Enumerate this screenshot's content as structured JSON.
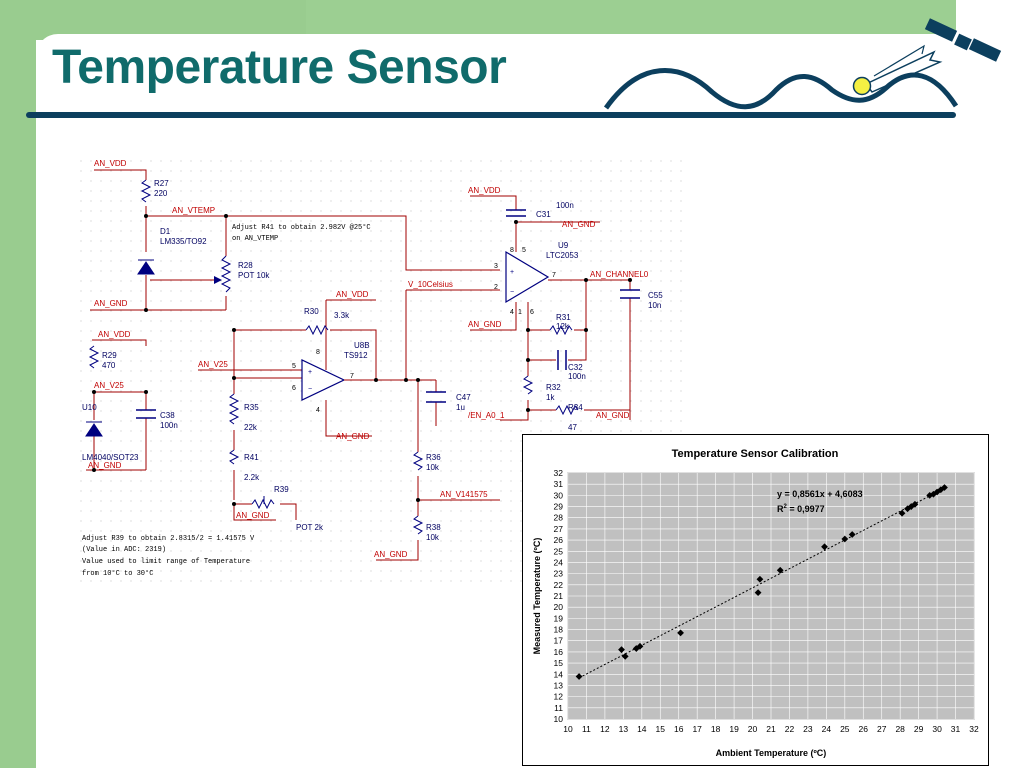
{
  "title": "Temperature Sensor",
  "schematic": {
    "nets": {
      "an_vdd_1": "AN_VDD",
      "an_vtemp": "AN_VTEMP",
      "an_gnd_1": "AN_GND",
      "an_vdd_2": "AN_VDD",
      "an_v25_1": "AN_V25",
      "an_v25_2": "AN_V25",
      "an_vdd_3": "AN_VDD",
      "an_gnd_2": "AN_GND",
      "v_10celsius": "V_10Celsius",
      "an_gnd_3": "AN_GND",
      "an_vdd_4": "AN_VDD",
      "an_gnd_4": "AN_GND",
      "an_gnd_5": "AN_GND",
      "an_channel0": "AN_CHANNEL0",
      "en_a0_1": "/EN_A0_1",
      "an_gnd_6": "AN_GND",
      "an_gnd_7": "AN_GND",
      "an_v141575": "AN_V141575",
      "an_gnd_8": "AN_GND",
      "an_gnd_9": "AN_GND"
    },
    "parts": {
      "r27_ref": "R27",
      "r27_val": "220",
      "d1_ref": "D1",
      "d1_val": "LM335/TO92",
      "r28_ref": "R28",
      "r28_val": "POT 10k",
      "r29_ref": "R29",
      "r29_val": "470",
      "u10_ref": "U10",
      "u10_val": "LM4040/SOT23",
      "c38_ref": "C38",
      "c38_val": "100n",
      "r30_ref": "R30",
      "r30_val": "3.3k",
      "u8b_ref": "U8B",
      "u8b_val": "TS912",
      "r35_ref": "R35",
      "r35_val": "22k",
      "r41_ref": "R41",
      "r41_val": "2.2k",
      "r39_ref": "R39",
      "r39_val": "POT 2k",
      "c47_ref": "C47",
      "c47_val": "1u",
      "r36_ref": "R36",
      "r36_val": "10k",
      "r38_ref": "R38",
      "r38_val": "10k",
      "c31_ref": "C31",
      "c31_val": "100n",
      "u9_ref": "U9",
      "u9_val": "LTC2053",
      "r31_ref": "R31",
      "r31_val": "12k",
      "c32_ref": "C32",
      "c32_val": "100n",
      "r32_ref": "R32",
      "r32_val": "1k",
      "r34_ref": "R34",
      "r34_val": "47",
      "c55_ref": "C55",
      "c55_val": "10n"
    },
    "pins": {
      "u8_p5": "5",
      "u8_p6": "6",
      "u8_p7": "7",
      "u8_p8": "8",
      "u8_p4": "4",
      "u9_p8": "8",
      "u9_p5": "5",
      "u9_p3": "3",
      "u9_p2": "2",
      "u9_p7": "7",
      "u9_p4": "4",
      "u9_p1": "1",
      "u9_p6": "6"
    },
    "notes": {
      "r41_line1": "Adjust R41 to obtain 2.982V @25°C",
      "r41_line2": "on AN_VTEMP",
      "r39_line1": "Adjust R39 to obtain 2.8315/2 = 1.41575 V",
      "r39_line2": "(Value in ADC: 2319)",
      "r39_line3": "Value used to limit range of Temperature",
      "r39_line4": "from 10°C to 30°C"
    }
  },
  "chart_data": {
    "type": "scatter",
    "title": "Temperature Sensor Calibration",
    "xlabel": "Ambient Temperature (ºC)",
    "ylabel": "Measured Temperature (ºC)",
    "xlim": [
      10,
      32
    ],
    "ylim": [
      10,
      32
    ],
    "xticks": [
      "10",
      "11",
      "12",
      "13",
      "14",
      "15",
      "16",
      "17",
      "18",
      "19",
      "20",
      "21",
      "22",
      "23",
      "24",
      "25",
      "26",
      "27",
      "28",
      "29",
      "30",
      "31",
      "32"
    ],
    "yticks": [
      "10",
      "11",
      "12",
      "13",
      "14",
      "15",
      "16",
      "17",
      "18",
      "19",
      "20",
      "21",
      "22",
      "23",
      "24",
      "25",
      "26",
      "27",
      "28",
      "29",
      "30",
      "31",
      "32"
    ],
    "grid": true,
    "plot_background": "#c0c0c0",
    "points": [
      [
        10.6,
        13.8
      ],
      [
        12.9,
        16.2
      ],
      [
        13.1,
        15.6
      ],
      [
        13.7,
        16.3
      ],
      [
        13.9,
        16.5
      ],
      [
        16.1,
        17.7
      ],
      [
        20.3,
        21.3
      ],
      [
        20.4,
        22.5
      ],
      [
        21.5,
        23.3
      ],
      [
        23.9,
        25.4
      ],
      [
        25.0,
        26.1
      ],
      [
        25.4,
        26.5
      ],
      [
        28.1,
        28.4
      ],
      [
        28.4,
        28.8
      ],
      [
        28.6,
        29.0
      ],
      [
        28.8,
        29.2
      ],
      [
        29.6,
        30.0
      ],
      [
        29.8,
        30.1
      ],
      [
        30.0,
        30.3
      ],
      [
        30.2,
        30.5
      ],
      [
        30.4,
        30.7
      ]
    ],
    "trendline": {
      "slope": 0.8561,
      "intercept": 4.6083,
      "x_range": [
        10.6,
        30.4
      ]
    },
    "equation_label": "y = 0,8561x + 4,6083",
    "r2_base": "R",
    "r2_sup": "2",
    "r2_value": " = 0,9977"
  }
}
